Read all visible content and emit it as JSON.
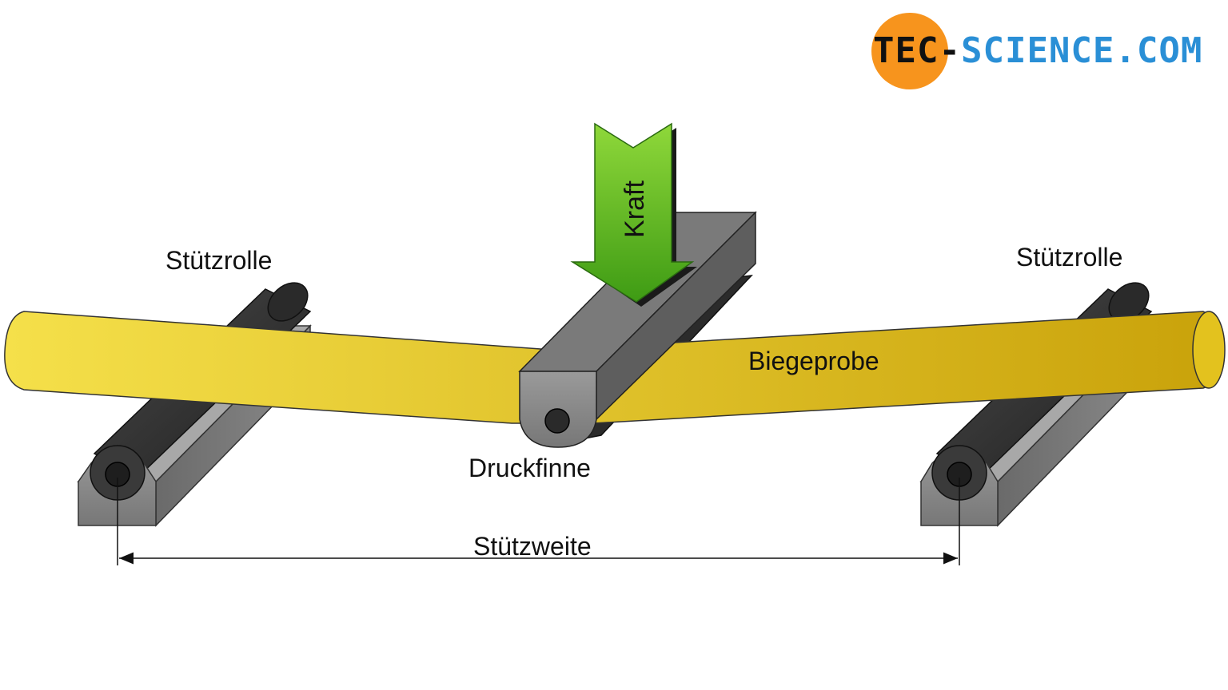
{
  "logo": {
    "part_dark": "TEC-",
    "part_blue": "SCIENCE.COM",
    "circle_color": "#f7941d",
    "blue_color": "#2a8fd6"
  },
  "labels": {
    "support_left": "Stützrolle",
    "support_right": "Stützrolle",
    "force": "Kraft",
    "specimen": "Biegeprobe",
    "punch": "Druckfinne",
    "span": "Stützweite"
  },
  "colors": {
    "specimen": "#e8c832",
    "roller": "#3a3a3a",
    "block": "#8c8c8c",
    "arrow": "#5cb82a"
  }
}
